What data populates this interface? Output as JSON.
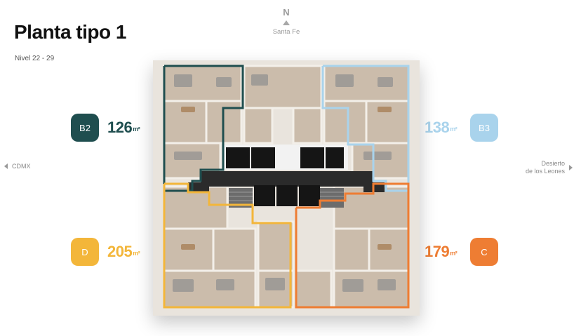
{
  "header": {
    "title": "Planta tipo 1",
    "subtitle": "Nivel 22 - 29"
  },
  "compass": {
    "north": "N",
    "direction": "Santa Fe"
  },
  "sides": {
    "left": "CDMX",
    "right_line1": "Desierto",
    "right_line2": "de los Leones"
  },
  "units": {
    "b2": {
      "code": "B2",
      "area": "126",
      "unit": "m²",
      "color": "#1f4e4f"
    },
    "b3": {
      "code": "B3",
      "area": "138",
      "unit": "m²",
      "color": "#a9d3ec"
    },
    "d": {
      "code": "D",
      "area": "205",
      "unit": "m²",
      "color": "#f3b63a"
    },
    "c": {
      "code": "C",
      "area": "179",
      "unit": "m²",
      "color": "#ee7d33"
    }
  },
  "plan": {
    "colors": {
      "floor": "#cdbfb0",
      "wall": "#f1ede8",
      "core": "#151515",
      "corridor": "#2b2b2b"
    }
  }
}
